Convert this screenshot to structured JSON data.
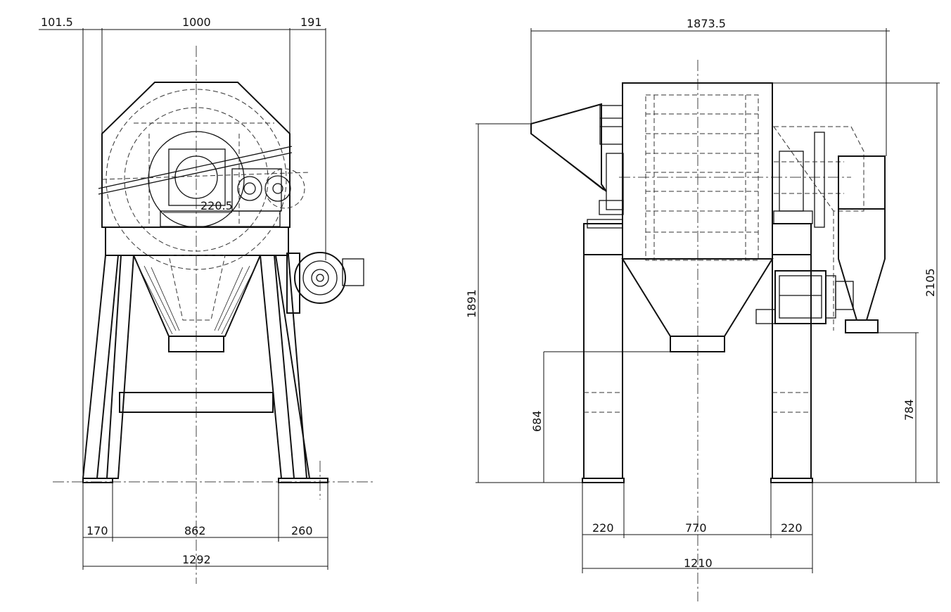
{
  "front_view": {
    "dims": {
      "top_left_offset": "101.5",
      "top_width": "1000",
      "top_right_offset": "191",
      "inner_offset": "220.5",
      "bottom_left": "170",
      "bottom_mid": "862",
      "bottom_right": "260",
      "overall_width": "1292"
    }
  },
  "side_view": {
    "dims": {
      "overall_length": "1873.5",
      "inlet_height": "1891",
      "overall_height": "2105",
      "outlet_height": "684",
      "discharge_height": "784",
      "leg_left": "220",
      "leg_span": "770",
      "leg_right": "220",
      "base_length": "1210"
    }
  },
  "icons": {
    "front_motor": "motor-pulley-icon",
    "side_motor": "electric-motor-icon"
  }
}
